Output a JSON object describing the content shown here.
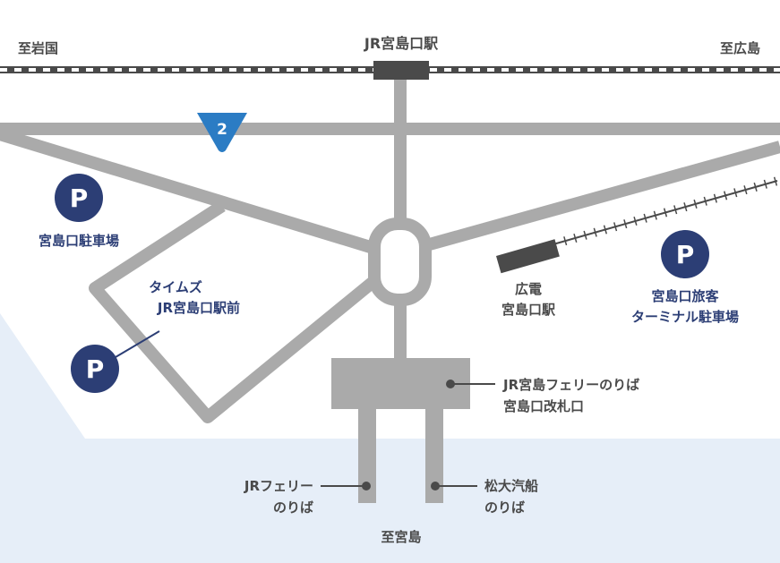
{
  "labels": {
    "station_jr": "JR宮島口駅",
    "to_iwakuni": "至岩国",
    "to_hiroshima": "至広島",
    "to_miyajima": "至宮島",
    "route_number": "2",
    "parking_symbol": "P",
    "parking_miyajimaguchi": "宮島口駐車場",
    "times_line1": "タイムズ",
    "times_line2": "JR宮島口駅前",
    "hiroden_line1": "広電",
    "hiroden_line2": "宮島口駅",
    "terminal_parking_line1": "宮島口旅客",
    "terminal_parking_line2": "ターミナル駐車場",
    "ferry_terminal_line1": "JR宮島フェリーのりば",
    "ferry_terminal_line2": "宮島口改札口",
    "jr_ferry_line1": "JRフェリー",
    "jr_ferry_line2": "のりば",
    "matsudai_line1": "松大汽船",
    "matsudai_line2": "のりば"
  },
  "colors": {
    "road": "#aaaaaa",
    "sea": "#e6eef8",
    "navy": "#2c3e75",
    "route_badge": "#2b7cc4",
    "station_block": "#4a4a4a",
    "text": "#4a4a4a"
  }
}
